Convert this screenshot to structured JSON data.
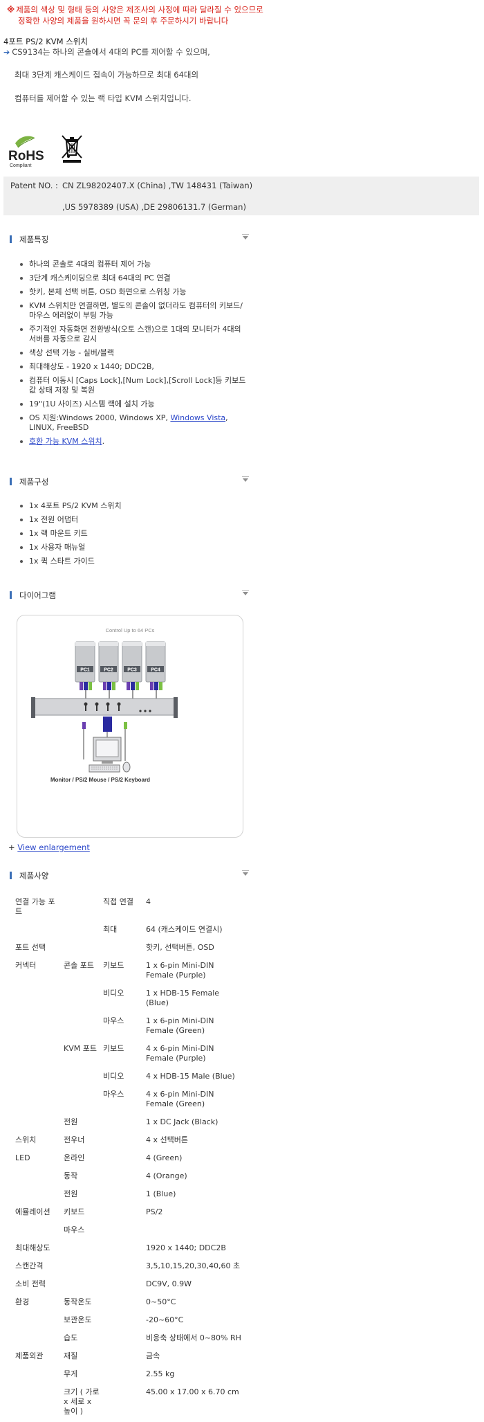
{
  "notice": {
    "mark": "※",
    "line1": "제품의 색상 및 형태 등의 사양은 제조사의 사정에 따라 달라질 수 있으므로",
    "line2": "정확한 사양의 제품을 원하시면 꼭 문의 후 주문하시기 바랍니다"
  },
  "product_title": "4포트 PS/2 KVM 스위치",
  "intro": {
    "line1": "CS9134는 하나의 콘솔에서 4대의 PC를 제어할 수 있으며,",
    "line2": "최대 3단계 캐스케이드 접속이 가능하므로 최대 64대의",
    "line3": "컴퓨터를 제어할 수 있는 랙 타입 KVM 스위치입니다."
  },
  "logos": {
    "rohs_main": "RoHS",
    "rohs_sub": "Compliant"
  },
  "patent": {
    "label": "Patent NO. :",
    "line1": "CN ZL98202407.X (China) ,TW 148431 (Taiwan)",
    "line2": ",US 5978389 (USA) ,DE 29806131.7 (German)"
  },
  "sections": {
    "features": "제품특징",
    "contents": "제품구성",
    "diagram": "다이어그램",
    "specs": "제품사양"
  },
  "features": [
    "하나의 콘솔로 4대의 컴퓨터 제어 가능",
    "3단계 캐스케이딩으로 최대 64대의 PC 연결",
    "핫키, 본체 선택 버튼, OSD 화면으로 스위칭 가능",
    "KVM 스위치만 연결하면, 별도의 콘솔이 없더라도 컴퓨터의 키보드/마우스 에러없이 부팅 가능",
    "주기적인 자동화면 전환방식(오토 스캔)으로 1대의 모니터가 4대의 서버를 자동으로 감시",
    "색상 선택 가능 - 실버/블랙",
    "최대해상도 - 1920 x 1440; DDC2B,",
    "컴퓨터 이동시 [Caps Lock],[Num Lock],[Scroll Lock]등 키보드값 상태 저장 및 복원",
    "19\"(1U 사이즈) 시스템 랙에 설치 가능"
  ],
  "feature_os": {
    "prefix": "OS 지원:Windows 2000, Windows XP, ",
    "link": "Windows Vista",
    "suffix": ", LINUX, FreeBSD"
  },
  "feature_compat": {
    "link": "호환 가능 KVM 스위치",
    "suffix": "."
  },
  "package": [
    "1x 4포트 PS/2 KVM 스위치",
    "1x 전원 어댑터",
    "1x 랙 마운트 키트",
    "1x 사용자 매뉴얼",
    "1x 퀵 스타트 가이드"
  ],
  "diagram": {
    "top_caption": "Control Up to 64 PCs",
    "pc_labels": [
      "PC1",
      "PC2",
      "PC3",
      "PC4"
    ],
    "bottom_caption": "Monitor / PS/2 Mouse / PS/2 Keyboard",
    "colors": {
      "purple": "#6a3fb0",
      "blue": "#2a2aa0",
      "green": "#7bc043",
      "gray": "#b9bbc0"
    }
  },
  "view_enlargement": {
    "prefix": "+ ",
    "link": "View enlargement"
  },
  "spec_rows": [
    [
      "연결 가능 포트",
      "",
      "직접 연결",
      "4"
    ],
    [
      "",
      "",
      "최대",
      "64 (캐스케이드 연결시)"
    ],
    [
      "포트 선택",
      "",
      "",
      "핫키, 선택버튼, OSD"
    ],
    [
      "커넥터",
      "콘솔 포트",
      "키보드",
      "1 x 6-pin Mini-DIN Female (Purple)"
    ],
    [
      "",
      "",
      "비디오",
      "1 x HDB-15 Female (Blue)"
    ],
    [
      "",
      "",
      "마우스",
      "1 x 6-pin Mini-DIN Female (Green)"
    ],
    [
      "",
      "KVM 포트",
      "키보드",
      "4 x 6-pin Mini-DIN Female (Purple)"
    ],
    [
      "",
      "",
      "비디오",
      "4 x HDB-15 Male (Blue)"
    ],
    [
      "",
      "",
      "마우스",
      "4 x 6-pin Mini-DIN Female (Green)"
    ],
    [
      "",
      "전원",
      "",
      "1 x DC Jack (Black)"
    ],
    [
      "스위치",
      "전우너",
      "",
      "4 x 선택버튼"
    ],
    [
      "LED",
      "온라인",
      "",
      "4 (Green)"
    ],
    [
      "",
      "동작",
      "",
      "4 (Orange)"
    ],
    [
      "",
      "전원",
      "",
      "1 (Blue)"
    ],
    [
      "에뮬레이션",
      "키보드",
      "",
      "PS/2"
    ],
    [
      "",
      "마우스",
      "",
      ""
    ],
    [
      "최대해상도",
      "",
      "",
      "1920 x 1440; DDC2B"
    ],
    [
      "스캔간격",
      "",
      "",
      "3,5,10,15,20,30,40,60 초"
    ],
    [
      "소비 전력",
      "",
      "",
      "DC9V, 0.9W"
    ],
    [
      "환경",
      "동작온도",
      "",
      "0~50°C"
    ],
    [
      "",
      "보관온도",
      "",
      "-20~60°C"
    ],
    [
      "",
      "습도",
      "",
      "비응축 상태에서 0~80% RH"
    ],
    [
      "제품외관",
      "재질",
      "",
      "금속"
    ],
    [
      "",
      "무게",
      "",
      "2.55 kg"
    ],
    [
      "",
      "크기 ( 가로 x 세로 x 높이 )",
      "",
      "45.00 x 17.00 x 6.70 cm"
    ]
  ]
}
